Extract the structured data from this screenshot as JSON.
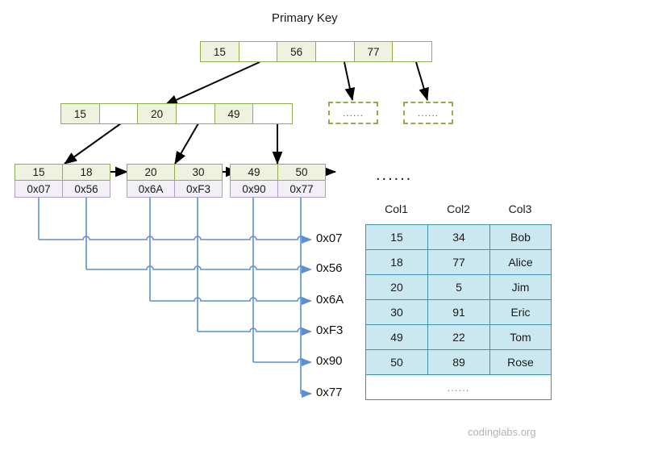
{
  "diagram": {
    "title": "Primary Key",
    "ellipsis": "......",
    "leaf_ellipsis": "......"
  },
  "root_node": {
    "name": "root-index-node",
    "cells": [
      {
        "type": "key",
        "label": "15"
      },
      {
        "type": "pointer",
        "label": ""
      },
      {
        "type": "key",
        "label": "56"
      },
      {
        "type": "pointer",
        "label": ""
      },
      {
        "type": "key",
        "label": "77"
      },
      {
        "type": "pointer",
        "label": ""
      }
    ]
  },
  "internal_node": {
    "name": "internal-index-node",
    "cells": [
      {
        "type": "key",
        "label": "15"
      },
      {
        "type": "pointer",
        "label": ""
      },
      {
        "type": "key",
        "label": "20"
      },
      {
        "type": "pointer",
        "label": ""
      },
      {
        "type": "key",
        "label": "49"
      },
      {
        "type": "pointer",
        "label": ""
      }
    ]
  },
  "placeholder_nodes": [
    {
      "label": "......"
    },
    {
      "label": "......"
    }
  ],
  "leaf_nodes": [
    {
      "name": "leaf-node-1",
      "keys": [
        "15",
        "18"
      ],
      "pointers": [
        "0x07",
        "0x56"
      ]
    },
    {
      "name": "leaf-node-2",
      "keys": [
        "20",
        "30"
      ],
      "pointers": [
        "0x6A",
        "0xF3"
      ]
    },
    {
      "name": "leaf-node-3",
      "keys": [
        "49",
        "50"
      ],
      "pointers": [
        "0x90",
        "0x77"
      ]
    }
  ],
  "address_labels": [
    "0x07",
    "0x56",
    "0x6A",
    "0xF3",
    "0x90",
    "0x77"
  ],
  "data_table": {
    "headers": [
      "Col1",
      "Col2",
      "Col3"
    ],
    "rows": [
      [
        "15",
        "34",
        "Bob"
      ],
      [
        "18",
        "77",
        "Alice"
      ],
      [
        "20",
        "5",
        "Jim"
      ],
      [
        "30",
        "91",
        "Eric"
      ],
      [
        "49",
        "22",
        "Tom"
      ],
      [
        "50",
        "89",
        "Rose"
      ]
    ],
    "ellipsis_row": "......",
    "watermark": "codinglabs.org"
  },
  "colors": {
    "index_border": "#8faf4e",
    "index_fill": "#eef2de",
    "pointer_border": "#b09dc8",
    "pointer_fill": "#f2eff7",
    "table_border": "#3f93a8",
    "table_fill": "#cbe7ef",
    "connector_blue": "#5b8fd0",
    "tree_edge": "#000000"
  }
}
